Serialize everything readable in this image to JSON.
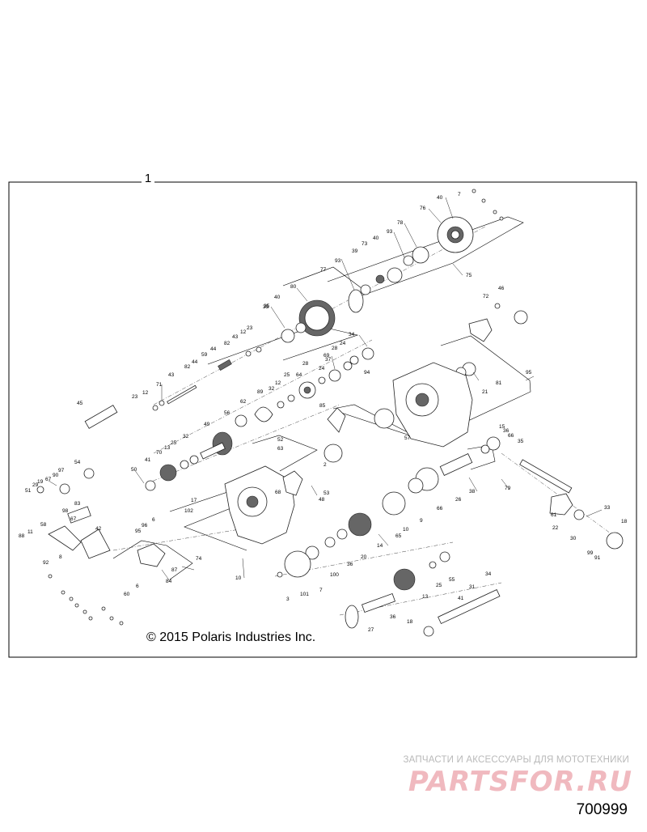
{
  "diagram": {
    "group_number": "1",
    "copyright": "© 2015 Polaris Industries Inc.",
    "watermark_subtitle": "ЗАПЧАСТИ И АКСЕССУАРЫ ДЛЯ МОТОТЕХНИКИ",
    "watermark_logo": "PARTSFOR.RU",
    "document_number": "700999",
    "colors": {
      "line": "#000000",
      "watermark_logo": "#f0b9bf",
      "watermark_subtitle": "#b9b9b9"
    },
    "callouts": [
      "7",
      "40",
      "76",
      "78",
      "93",
      "40",
      "73",
      "39",
      "75",
      "77",
      "93",
      "80",
      "35",
      "40",
      "12",
      "23",
      "43",
      "82",
      "59",
      "44",
      "82",
      "44",
      "43",
      "71",
      "12",
      "23",
      "35",
      "34",
      "24",
      "28",
      "69",
      "37",
      "24",
      "28",
      "64",
      "25",
      "12",
      "32",
      "89",
      "62",
      "56",
      "49",
      "45",
      "52",
      "85",
      "63",
      "32",
      "25",
      "13",
      "70",
      "41",
      "50",
      "54",
      "97",
      "90",
      "67",
      "29",
      "19",
      "51",
      "83",
      "67",
      "98",
      "58",
      "11",
      "88",
      "42",
      "8",
      "92",
      "96",
      "6",
      "95",
      "17",
      "102",
      "74",
      "87",
      "6",
      "60",
      "84",
      "10",
      "53",
      "48",
      "61",
      "2",
      "94",
      "81",
      "95",
      "21",
      "15",
      "36",
      "66",
      "35",
      "57",
      "79",
      "38",
      "26",
      "66",
      "9",
      "10",
      "65",
      "14",
      "20",
      "36",
      "100",
      "101",
      "7",
      "3",
      "68",
      "13",
      "25",
      "55",
      "36",
      "27",
      "41",
      "18",
      "34",
      "31",
      "33",
      "22",
      "30",
      "18",
      "99",
      "91",
      "46",
      "72"
    ]
  }
}
